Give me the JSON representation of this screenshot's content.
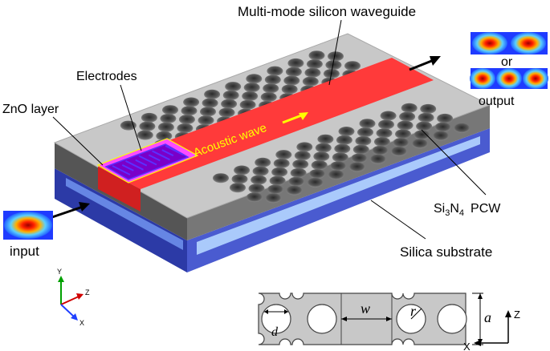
{
  "labels": {
    "waveguide": "Multi-mode silicon waveguide",
    "electrodes": "Electrodes",
    "zno": "ZnO layer",
    "acoustic": "Acoustic wave",
    "or": "or",
    "output": "output",
    "input": "input",
    "pcw_pre": "Si",
    "pcw_sub": "3",
    "pcw_mid": "N",
    "pcw_sub2": "4",
    "pcw_post": "PCW",
    "substrate": "Silica substrate"
  },
  "axes_main": {
    "y": "Y",
    "z": "Z",
    "x": "X"
  },
  "axes_inset": {
    "z": "Z",
    "x": "X"
  },
  "inset": {
    "w": "w",
    "r": "r",
    "d": "d",
    "a": "a"
  },
  "colors": {
    "waveguide": "#ff3a3a",
    "top_surface": "#c8c8c8",
    "slab_side": "#6c6c6c",
    "substrate": "#3d4fc2",
    "electrodes": "#b100d8",
    "acoustic_text": "#ffff00"
  }
}
